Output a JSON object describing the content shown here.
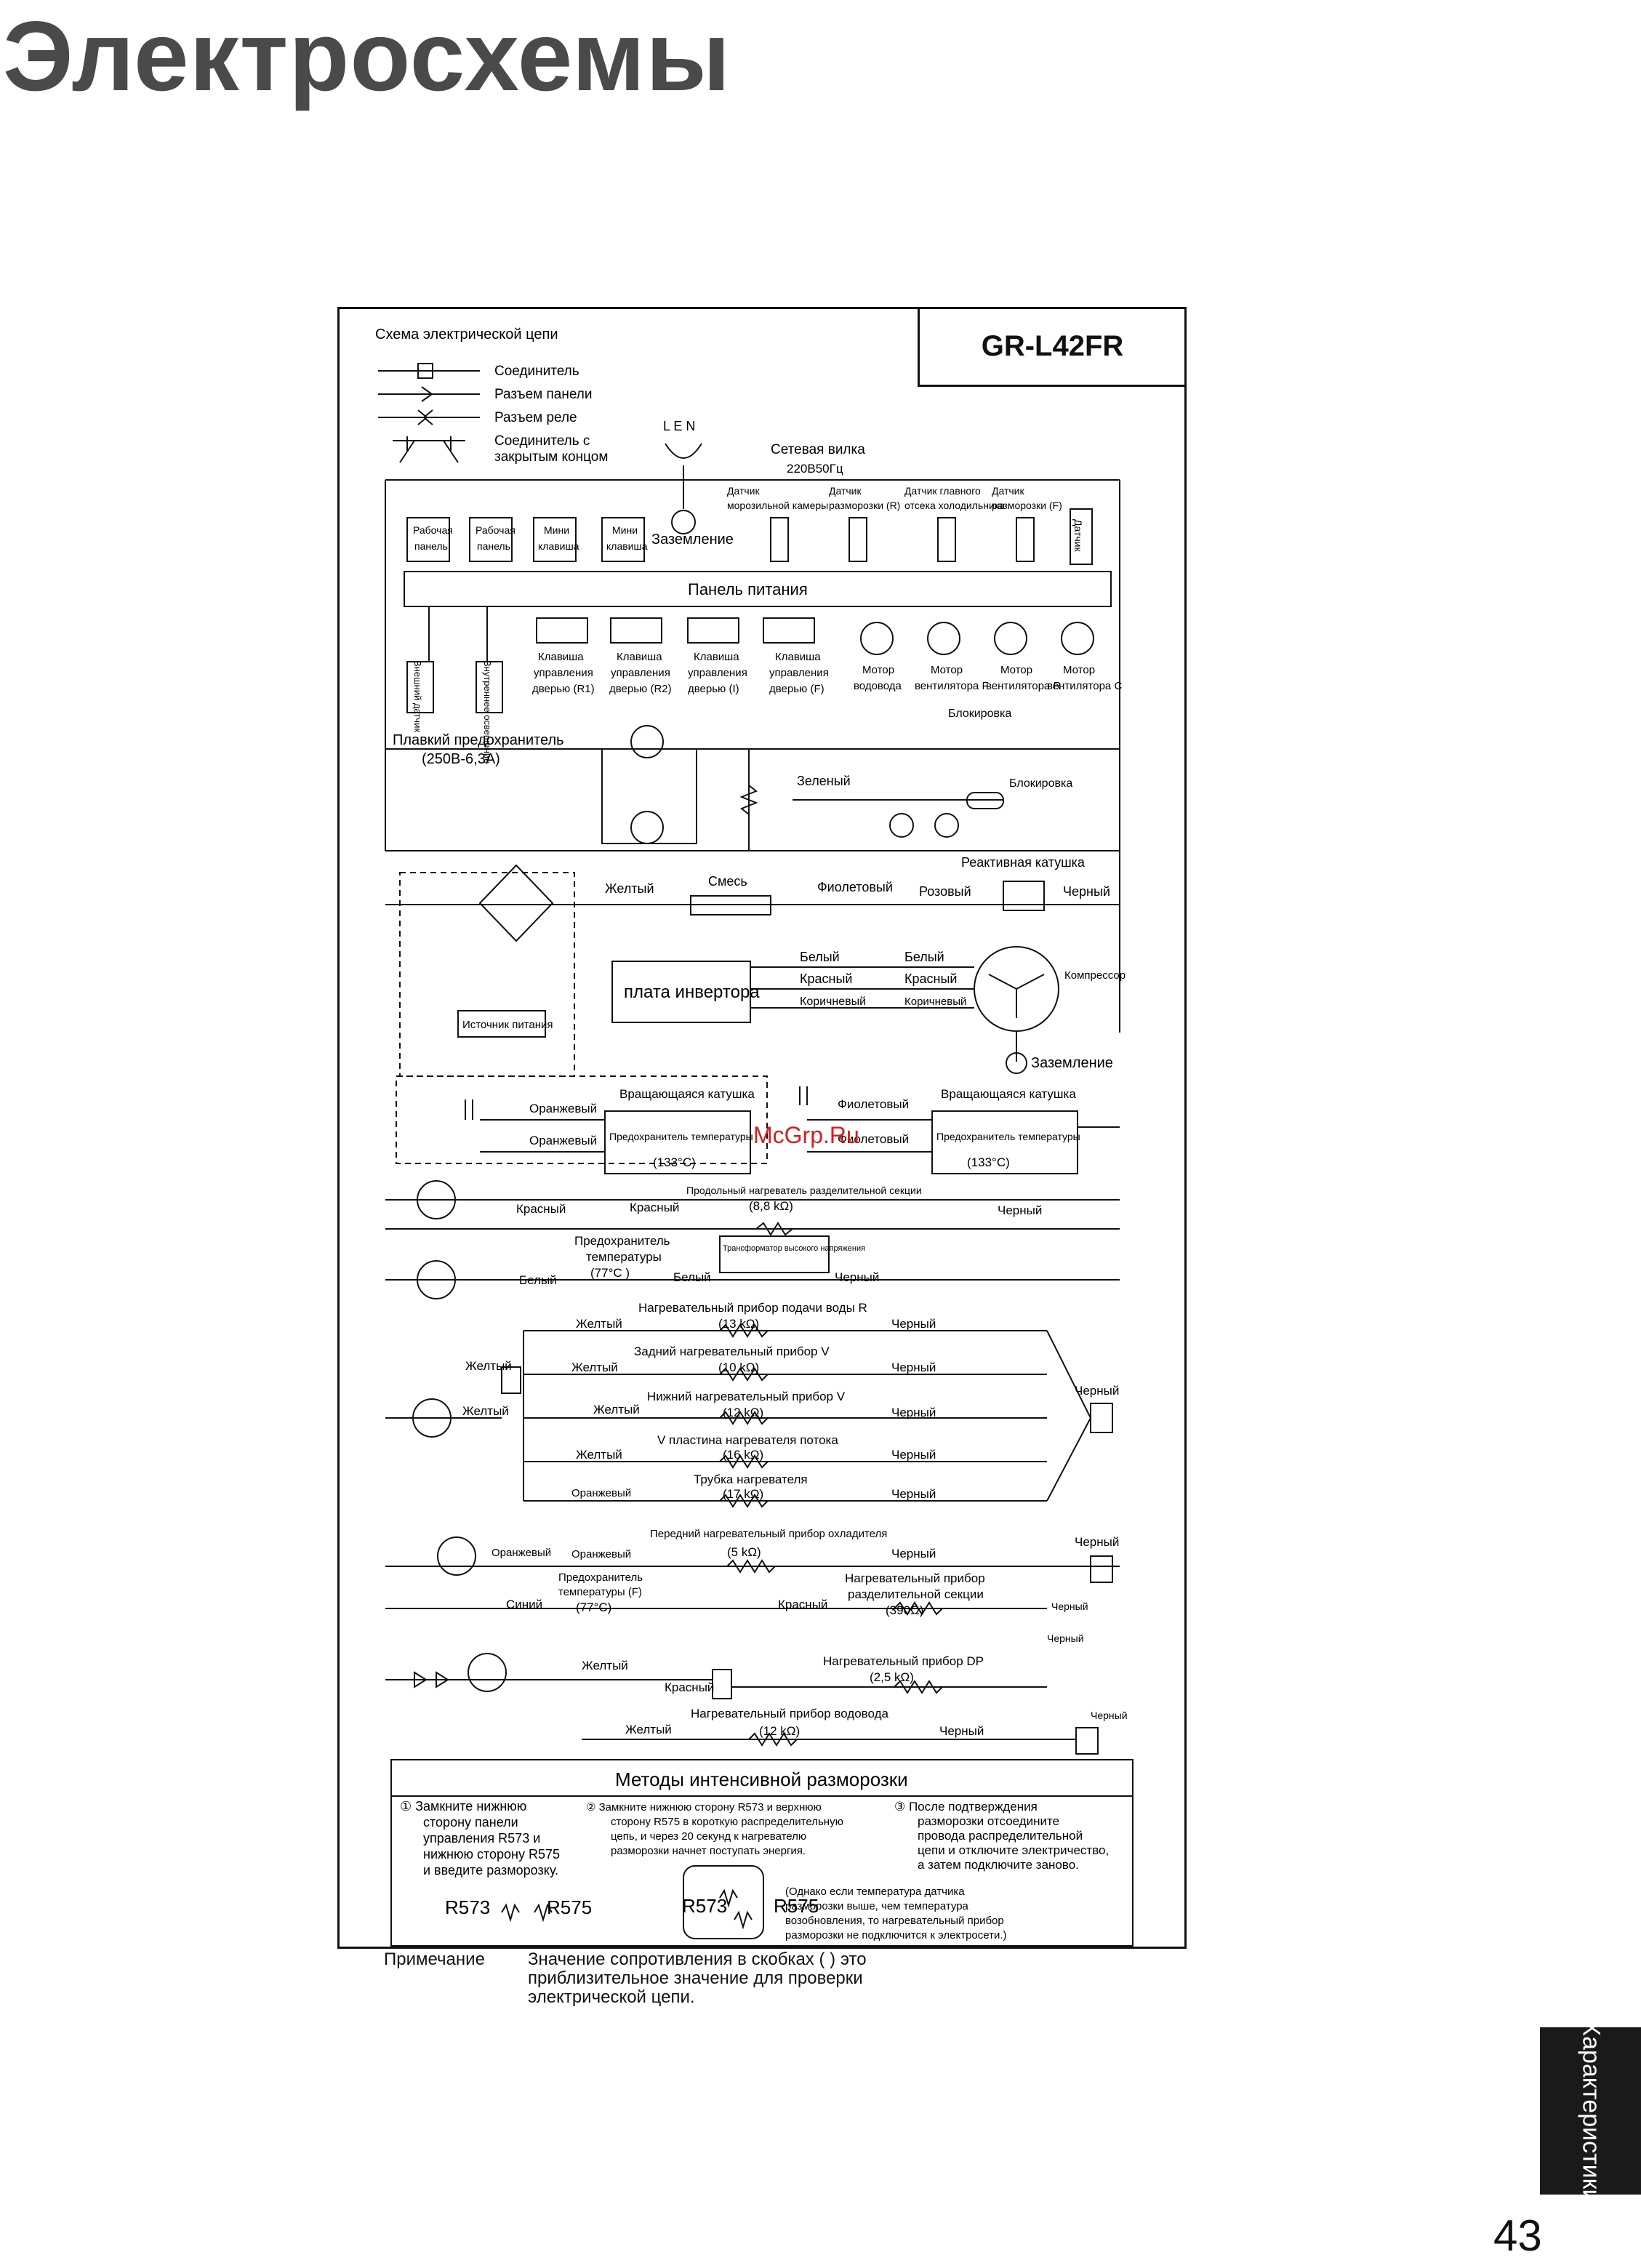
{
  "page": {
    "title": "Электросхемы",
    "model": "GR-L42FR",
    "page_number": "43",
    "side_tab": "Характеристики",
    "watermark": "McGrp.Ru"
  },
  "legend": {
    "heading": "Схема электрической цепи",
    "items": [
      "Соединитель",
      "Разъем панели",
      "Разъем реле",
      "Соединитель с",
      "закрытым концом"
    ]
  },
  "top": {
    "plug_label": "Сетевая вилка",
    "plug_voltage": "220В50Гц",
    "len": "L E N",
    "ground": "Заземление",
    "panels": [
      [
        "Рабочая",
        "панель"
      ],
      [
        "Рабочая",
        "панель"
      ],
      [
        "Мини",
        "клавиша"
      ],
      [
        "Мини",
        "клавиша"
      ]
    ],
    "sensors": [
      [
        "Датчик",
        "морозильной камеры"
      ],
      [
        "Датчик",
        "разморозки (R)"
      ],
      [
        "Датчик главного",
        "отсека холодильника"
      ],
      [
        "Датчик",
        "разморозки (F)"
      ]
    ],
    "sensor_extra": "Датчик",
    "power_panel": "Панель питания",
    "side_items": [
      "Внешний датчик",
      "Внутреннее освещение"
    ],
    "switches": [
      [
        "Клавиша",
        "управления",
        "дверью (R1)"
      ],
      [
        "Клавиша",
        "управления",
        "дверью (R2)"
      ],
      [
        "Клавиша",
        "управления",
        "дверью (I)"
      ],
      [
        "Клавиша",
        "управления",
        "дверью (F)"
      ]
    ],
    "motors": [
      [
        "Мотор",
        "водовода"
      ],
      [
        "Мотор",
        "вентилятора F"
      ],
      [
        "Мотор",
        "вентилятора R"
      ],
      [
        "Мотор",
        "вентилятора C"
      ]
    ],
    "blocking": "Блокировка",
    "fuse": "Плавкий предохранитель",
    "fuse_rating": "(250В-6,3А)"
  },
  "mid": {
    "green": "Зеленый",
    "blocking2": "Блокировка",
    "reactive": "Реактивная катушка",
    "yellow": "Желтый",
    "mix": "Смесь",
    "violet": "Фиолетовый",
    "pink": "Розовый",
    "black": "Черный",
    "inverter": "плата инвертора",
    "power_source": "Источник питания",
    "white": "Белый",
    "red": "Красный",
    "brown": "Коричневый",
    "compressor": "Компрессор",
    "ground2": "Заземление"
  },
  "coils": {
    "rot_coil": "Вращающаяся катушка",
    "orange": "Оранжевый",
    "violet": "Фиолетовый",
    "fuse_temp": "Предохранитель температуры",
    "temp": "(133°C)"
  },
  "heaters": {
    "separator_heater": "Продольный нагреватель разделительной секции",
    "separator_val": "(8,8 kΩ)",
    "red": "Красный",
    "black": "Черный",
    "temp_fuse": [
      "Предохранитель",
      "температуры",
      "(77°C )"
    ],
    "hv_transformer": "Трансформатор высокого напряжения",
    "white": "Белый",
    "yellow": "Желтый",
    "orange": "Оранжевый",
    "blue": "Синий",
    "water_heater": "Нагревательный прибор подачи воды R",
    "water_val": "(13 kΩ)",
    "back_heater": "Задний нагревательный прибор V",
    "back_val": "(10 kΩ)",
    "bottom_heater": "Нижний нагревательный прибор V",
    "bottom_val": "(12 kΩ)",
    "plate_heater": "V пластина нагревателя потока",
    "plate_val": "(16 kΩ)",
    "tube_heater": "Трубка нагревателя",
    "tube_val": "(17 kΩ)",
    "front_heater": "Передний нагревательный прибор охладителя",
    "front_val": "(5 kΩ)",
    "sep_heater2": [
      "Нагревательный прибор",
      "разделительной секции"
    ],
    "sep_val2": "(390Ω)",
    "temp_fuse_f": [
      "Предохранитель",
      "температуры (F)",
      "(77°C)"
    ],
    "dp_heater": "Нагревательный прибор DP",
    "dp_val": "(2,5 kΩ)",
    "duct_heater": "Нагревательный прибор водовода",
    "duct_val": "(12 kΩ)"
  },
  "defrost": {
    "title": "Методы интенсивной разморозки",
    "step1": [
      "① Замкните нижнюю",
      "сторону панели",
      "управления R573 и",
      "нижнюю сторону R575",
      "и введите разморозку."
    ],
    "step2": [
      "② Замкните нижнюю сторону R573 и верхнюю",
      "сторону R575 в короткую распределительную",
      "цепь, и через 20 секунд к нагревателю",
      "разморозки начнет поступать энергия."
    ],
    "step3": [
      "③ После подтверждения",
      "разморозки отсоедините",
      "провода распределительной",
      "цепи и отключите электричество,",
      "а затем подключите заново."
    ],
    "note": [
      "(Однако если температура датчика",
      "разморозки выше, чем температура",
      "возобновления, то нагревательный прибор",
      "разморозки не подключится к электросети.)"
    ],
    "r573": "R573",
    "r575": "R575"
  },
  "footer": {
    "note_label": "Примечание",
    "note_text": [
      "Значение сопротивления в скобках (       ) это",
      "приблизительное значение для проверки",
      "электрической цепи."
    ]
  }
}
